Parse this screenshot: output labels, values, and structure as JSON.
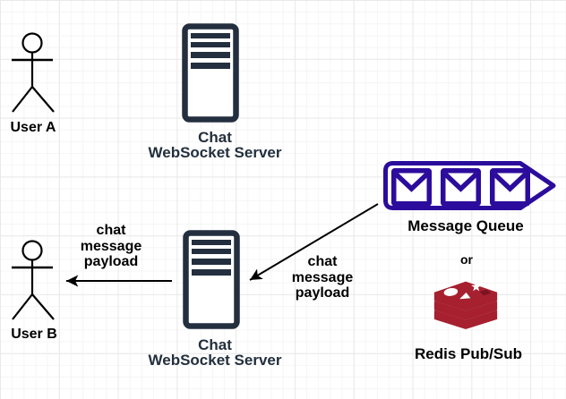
{
  "colors": {
    "server_icon": "#232F3E",
    "queue_icon": "#2C0C9C",
    "redis_red": "#A6202F",
    "redis_dark_red": "#7C1322",
    "arrow": "#000000",
    "label_dark": "#232F3E",
    "label_black": "#000000",
    "grid_minor": "#f5f5f5",
    "grid_major": "#e9e9e9"
  },
  "nodes": {
    "user_a": {
      "label": "User A"
    },
    "server_top": {
      "label": "Chat\nWebSocket Server"
    },
    "message_queue": {
      "label": "Message Queue"
    },
    "alt_connector": {
      "label": "or"
    },
    "redis": {
      "label": "Redis Pub/Sub"
    },
    "server_bottom": {
      "label": "Chat\nWebSocket Server"
    },
    "user_b": {
      "label": "User B"
    }
  },
  "edges": {
    "queue_to_server": {
      "label": "chat\nmessage\npayload"
    },
    "server_to_user_b": {
      "label": "chat\nmessage\npayload"
    }
  }
}
